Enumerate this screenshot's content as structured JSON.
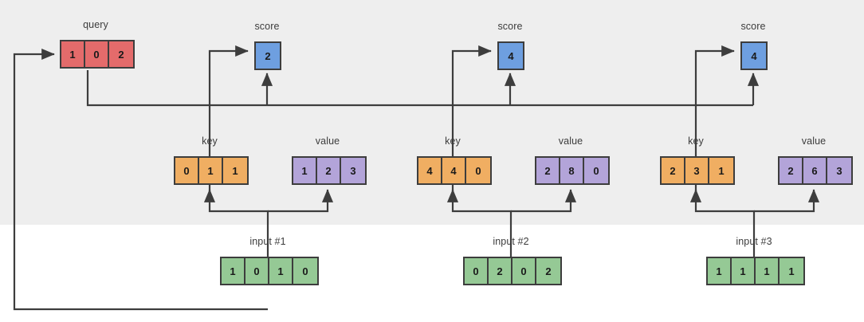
{
  "diagram": {
    "title_text": "",
    "colors": {
      "band_background": "#eeeeee",
      "page_background": "#ffffff",
      "query": "#e46b6b",
      "key": "#f0ae62",
      "value": "#b3a4d9",
      "input": "#95c995",
      "score": "#6e9fe0",
      "stroke": "#3d3d3d"
    },
    "labels": {
      "query": "query",
      "score": "score",
      "key": "key",
      "value": "value"
    },
    "query": {
      "label": "query",
      "cells": [
        "1",
        "0",
        "2"
      ]
    },
    "columns": [
      {
        "input_label": "input #1",
        "input_cells": [
          "1",
          "0",
          "1",
          "0"
        ],
        "key_label": "key",
        "key_cells": [
          "0",
          "1",
          "1"
        ],
        "value_label": "value",
        "value_cells": [
          "1",
          "2",
          "3"
        ],
        "score_label": "score",
        "score_cells": [
          "2"
        ]
      },
      {
        "input_label": "input #2",
        "input_cells": [
          "0",
          "2",
          "0",
          "2"
        ],
        "key_label": "key",
        "key_cells": [
          "4",
          "4",
          "0"
        ],
        "value_label": "value",
        "value_cells": [
          "2",
          "8",
          "0"
        ],
        "score_label": "score",
        "score_cells": [
          "4"
        ]
      },
      {
        "input_label": "input #3",
        "input_cells": [
          "1",
          "1",
          "1",
          "1"
        ],
        "key_label": "key",
        "key_cells": [
          "2",
          "3",
          "1"
        ],
        "value_label": "value",
        "value_cells": [
          "2",
          "6",
          "3"
        ],
        "score_label": "score",
        "score_cells": [
          "4"
        ]
      }
    ]
  }
}
